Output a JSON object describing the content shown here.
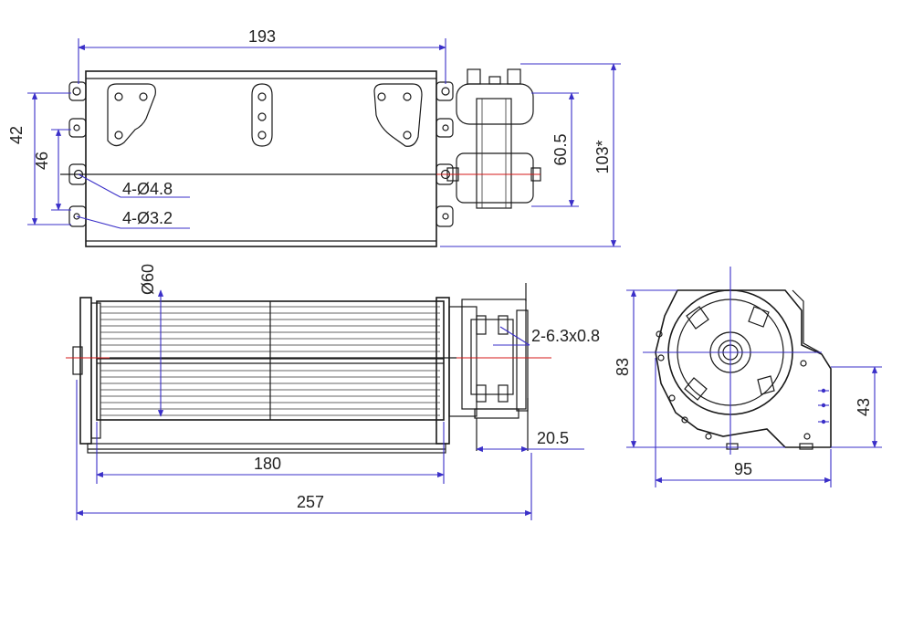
{
  "dimensions": {
    "top_width": "193",
    "left_42": "42",
    "left_46": "46",
    "hole_large": "4-Ø4.8",
    "hole_small": "4-Ø3.2",
    "motor_height": "60.5",
    "total_height": "103*",
    "diameter": "Ø60",
    "terminals": "2-6.3x0.8",
    "motor_depth": "20.5",
    "impeller_length": "180",
    "total_length": "257",
    "side_height": "83",
    "side_width": "95",
    "outlet_height": "43"
  },
  "colors": {
    "line": "#1a1a1a",
    "dimension_line": "#3a2fc8",
    "center_line": "#d41818",
    "text": "#222222"
  }
}
